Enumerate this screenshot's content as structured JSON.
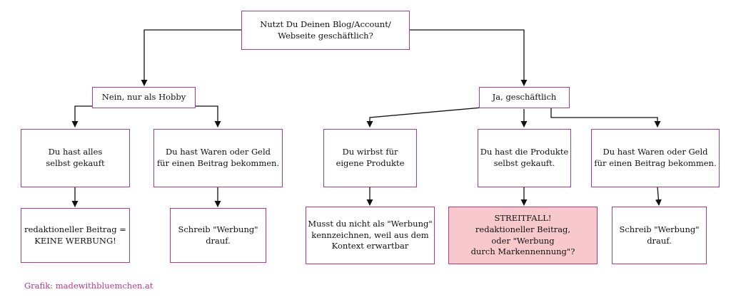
{
  "colors": {
    "border": "#b03a85",
    "highlight_fill": "#f7c9cc",
    "credit_text": "#c0357f",
    "arrow": "#111111"
  },
  "nodes": {
    "root": "Nutzt Du Deinen Blog/Account/\nWebseite geschäftlich?",
    "hobby": "Nein, nur als Hobby",
    "business": "Ja, geschäftlich",
    "hobby_self_bought": "Du hast alles\nselbst gekauft",
    "hobby_paid": "Du hast Waren oder Geld\nfür einen Beitrag bekommen.",
    "hobby_self_bought_result": "redaktioneller Beitrag =\nKEINE WERBUNG!",
    "hobby_paid_result": "Schreib \"Werbung\"\ndrauf.",
    "biz_own_products": "Du wirbst für\neigene Produkte",
    "biz_self_bought": "Du hast die Produkte\nselbst gekauft.",
    "biz_paid": "Du hast Waren oder Geld\nfür einen Beitrag bekommen.",
    "biz_own_products_result": "Musst du nicht als \"Werbung\"\nkennzeichnen, weil aus dem\nKontext erwartbar",
    "biz_self_bought_result": "STREITFALL!\nredaktioneller Beitrag,\noder \"Werbung\ndurch Markennennung\"?",
    "biz_paid_result": "Schreib \"Werbung\"\ndrauf."
  },
  "credit": "Grafik: madewithbluemchen.at"
}
